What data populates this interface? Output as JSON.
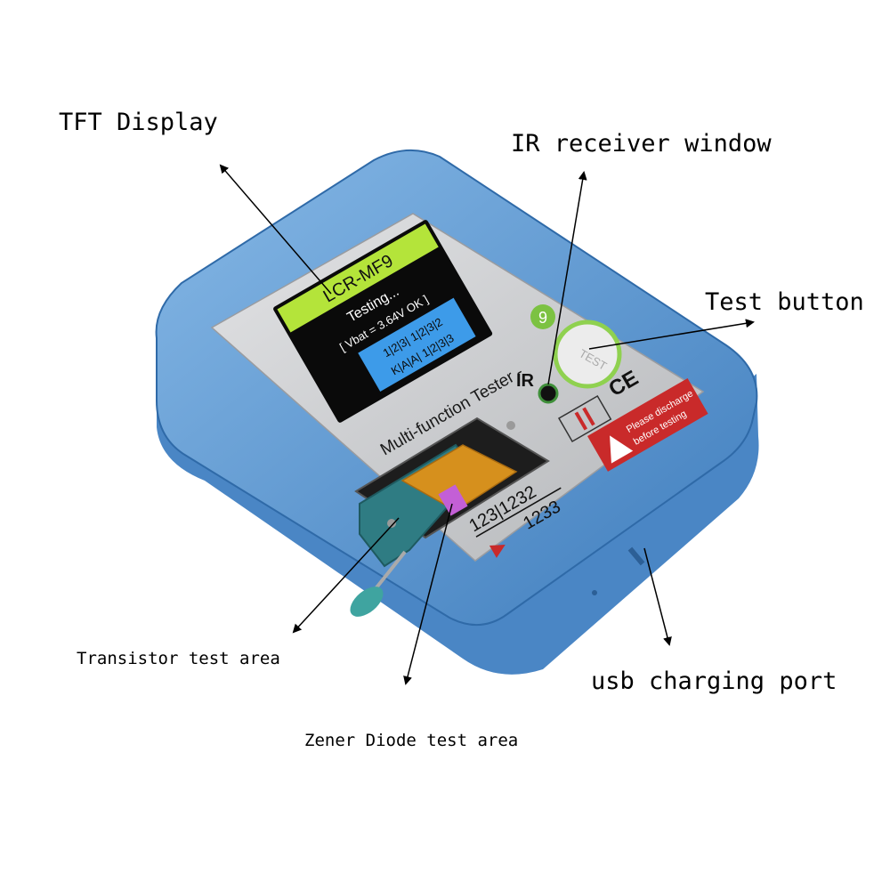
{
  "callouts": {
    "tft_display": "TFT Display",
    "ir_receiver": "IR receiver window",
    "test_button": "Test button",
    "transistor_area": "Transistor test area",
    "zener_area": "Zener Diode test area",
    "usb_port": "usb charging port"
  },
  "device": {
    "screen_title": "LCR-MF9",
    "screen_testing": "Testing...",
    "screen_vbat": "[ Vbat = 3.64V OK ]",
    "pin_row_1": "1|2|3| 1|2|3|2",
    "pin_row_2": "K|A|A| 1|2|3|3",
    "brand": "Multi-function Tester -",
    "model_number": "9",
    "ir_label": "IR",
    "test_button_label": "TEST",
    "ce_mark": "CE",
    "warning_line_1": "Please discharge",
    "warning_line_2": "before testing",
    "pinout_row_1": "123|1232",
    "pinout_row_2": "1233"
  },
  "colors": {
    "case": "#5b95cf",
    "face": "#c9cbce",
    "screen_green": "#b4e43a",
    "screen_blue": "#3d9be9",
    "socket_teal": "#2f7c83",
    "contacts": "#d6901d",
    "warning_red": "#c92a2a"
  }
}
